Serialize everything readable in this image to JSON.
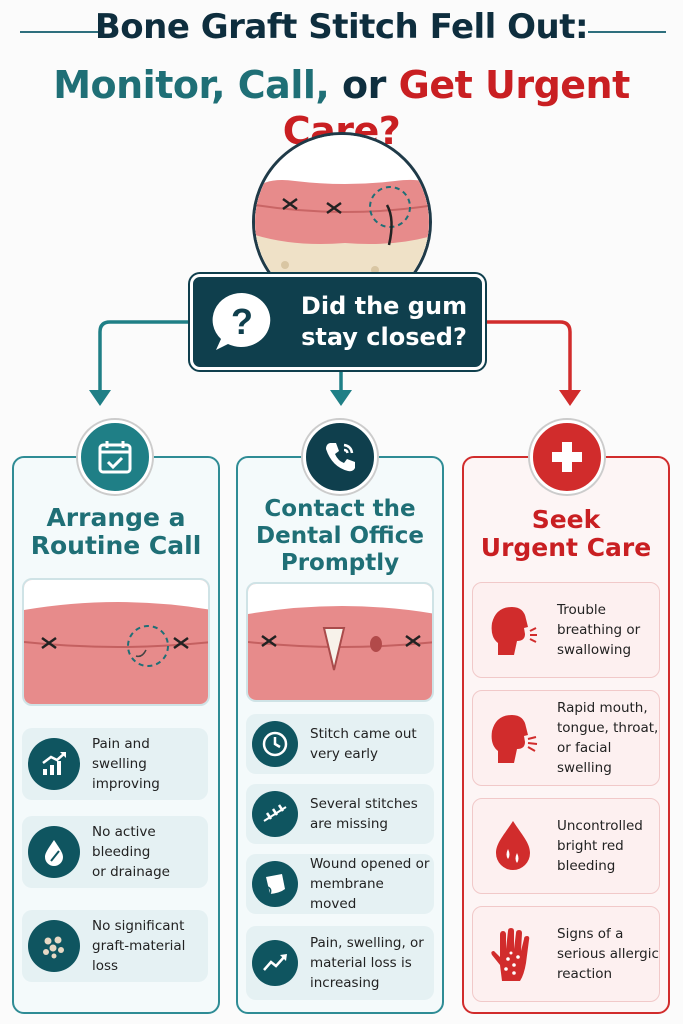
{
  "title": {
    "line1": "Bone Graft Stitch Fell Out:",
    "line2_part1": "Monitor, Call,",
    "line2_part2": " or ",
    "line2_part3": "Get Urgent Care?"
  },
  "question": "Did the gum stay closed?",
  "colors": {
    "teal": "#1f7f86",
    "navy": "#0f3f4d",
    "red": "#d12c2c",
    "dark": "#0e2e3e"
  },
  "columns": [
    {
      "heading_line1": "Arrange a",
      "heading_line2": "Routine Call",
      "icon": "calendar-check-icon",
      "items": [
        {
          "icon": "trending-up-icon",
          "line1": "Pain and swelling",
          "line2": "improving"
        },
        {
          "icon": "drop-icon",
          "line1": "No active bleeding",
          "line2": "or drainage"
        },
        {
          "icon": "particles-icon",
          "line1": "No significant",
          "line2": "graft-material loss"
        }
      ]
    },
    {
      "heading_line1": "Contact the",
      "heading_line2": "Dental Office",
      "heading_line3": "Promptly",
      "icon": "phone-icon",
      "items": [
        {
          "icon": "clock-icon",
          "line1": "Stitch came out",
          "line2": "very early"
        },
        {
          "icon": "stitches-icon",
          "line1": "Several stitches",
          "line2": "are missing"
        },
        {
          "icon": "membrane-icon",
          "line1": "Wound opened or",
          "line2": "membrane moved"
        },
        {
          "icon": "trend-up-icon",
          "line1": "Pain, swelling, or",
          "line2": "material loss is",
          "line3": "increasing"
        }
      ]
    },
    {
      "heading_line1": "Seek",
      "heading_line2": "Urgent Care",
      "icon": "medical-cross-icon",
      "items": [
        {
          "icon": "breathing-head-icon",
          "line1": "Trouble",
          "line2": "breathing or",
          "line3": "swallowing"
        },
        {
          "icon": "swelling-head-icon",
          "line1": "Rapid mouth,",
          "line2": "tongue, throat,",
          "line3": "or facial swelling"
        },
        {
          "icon": "blood-drop-icon",
          "line1": "Uncontrolled",
          "line2": "bright red",
          "line3": "bleeding"
        },
        {
          "icon": "rash-hand-icon",
          "line1": "Signs of a",
          "line2": "serious allergic",
          "line3": "reaction"
        }
      ]
    }
  ]
}
